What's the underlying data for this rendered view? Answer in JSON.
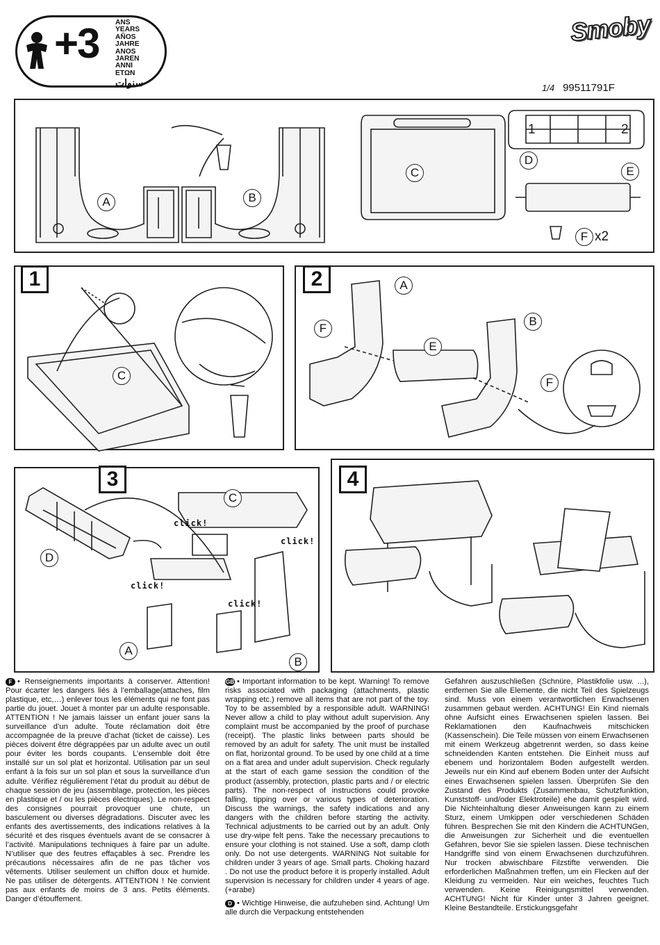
{
  "age_badge": {
    "age": "+3",
    "words": [
      "ANS",
      "YEARS",
      "AÑOS",
      "JAHRE",
      "ANOS",
      "JAREN",
      "ANNI",
      "ΕΤΩΝ",
      "سنوات"
    ]
  },
  "brand": "Smoby",
  "doc": {
    "page": "1/4",
    "reference": "99511791F"
  },
  "parts": {
    "labels": [
      "A",
      "B",
      "C",
      "D",
      "E",
      "F"
    ],
    "quantity": "x2",
    "shelf_numbers": [
      "1",
      "2"
    ]
  },
  "steps": [
    {
      "number": "1"
    },
    {
      "number": "2"
    },
    {
      "number": "3",
      "click_text": "click!"
    },
    {
      "number": "4"
    }
  ],
  "text": {
    "fr_code": "F",
    "fr": "• Renseignements importants à conserver. Attention! Pour écarter les dangers liés à l’emballage(attaches, film plastique, etc,…) enlever tous les éléments qui ne font pas partie du jouet. Jouet à monter par un adulte responsable. ATTENTION ! Ne jamais laisser un enfant jouer sans la surveillance d’un adulte. Toute réclamation doit être accompagnée de la preuve d’achat (ticket de caisse). Les pièces doivent être dégrappées par un adulte avec un outil pour éviter les bords coupants. L’ensemble doit être installé sur un sol plat et horizontal. Utilisation par un seul enfant à la fois sur un sol plan et sous la surveillance d’un adulte. Vérifiez régulièrement l’état du produit au début de chaque session de jeu (assemblage, protection, les pièces en plastique et / ou les pièces électriques). Le non-respect des consignes pourrait provoquer une chute, un basculement ou diverses dégradations. Discuter avec les enfants des avertissements, des indications relatives à la sécurité et des risques éventuels avant de se consacrer à l’activité. Manipulations techniques à faire par un adulte. N’utiliser que des feutres effaçables à sec. Prendre les précautions nécessaires afin de ne pas tâcher vos vêtements. Utiliser seulement un chiffon doux et humide. Ne pas utiliser de détergents. ATTENTION ! Ne convient pas aux enfants de moins de 3 ans. Petits éléments. Danger d’étouffement.",
    "gb_code": "GB",
    "gb": "• Important information to be kept. Warning! To remove risks associated with packaging (attachments, plastic wrapping etc.) remove all items that are not part of the toy. Toy to be assembled by a responsible adult. WARNING! Never allow a child to play without adult supervision. Any complaint must be accompanied by the proof of purchase (receipt). The plastic links between parts should be removed by an adult for safety. The unit must be installed on flat, horizontal ground. To be used by one child at a time on a flat area and under adult supervision. Check regularly at the start of each game session the condition of the product (assembly, protection, plastic parts and / or electric parts). The non-respect of instructions could provoke falling, tipping over or various types of deterioration. Discuss the warnings, the safety indications and any dangers with the children before starting the activity. Technical adjustments to be carried out by an adult. Only use dry-wipe felt pens. Take the necessary precautions to ensure your clothing is not stained. Use a soft, damp cloth only. Do not use detergents. WARNING Not suitable for children under 3 years of age. Small parts. Choking hazard . Do not use the product before it is properly installed. Adult supervision is necessary for children under 4 years of age. (+arabe)",
    "d_code": "D",
    "d_start": "• Wichtige Hinweise, die aufzuheben sind. Achtung! Um alle durch die Verpackung entstehenden",
    "d_cont": "Gefahren auszuschließen (Schnüre, Plastikfolie usw. ...), entfernen Sie alle Elemente, die nicht Teil des Spielzeugs sind. Muss von einem verantwortlichen Erwachsenen zusammen gebaut werden. ACHTUNG! Ein Kind niemals ohne Aufsicht eines Erwachsenen spielen lassen. Bei Reklamationen den Kaufnachweis mitschicken (Kassenschein). Die Teile müssen von einem Erwachsenen mit einem Werkzeug abgetrennt werden, so dass keine schneidenden Kanten entstehen. Die Einheit muss auf ebenem und horizontalem Boden aufgestellt werden. Jeweils nur ein Kind auf ebenem Boden unter der Aufsicht eines Erwachsenen spielen lassen. Überprüfen Sie den Zustand des Produkts (Zusammenbau, Schutzfunktion, Kunststoff- und/oder Elektroteile) ehe damit gespielt wird. Die Nichteinhaltung dieser Anweisungen kann zu einem Sturz, einem Umkippen oder verschiedenen Schäden führen. Besprechen Sie mit den Kindern die ACHTUNGen, die Anweisungen zur Sicherheit und die eventuellen Gefahren, bevor Sie sie spielen lassen. Diese technischen Handgriffe sind von einem Erwachsenen durchzuführen. Nur trocken abwischbare Filzstifte verwenden. Die erforderlichen Maßnahmen treffen, um ein Flecken auf der Kleidung zu vermeiden. Nur ein weiches, feuchtes Tuch verwenden. Keine Reinigungsmittel verwenden. ACHTUNG! Nicht für Kinder unter 3 Jahren geeignet. Kleine Bestandteile. Erstickungsgefahr"
  }
}
